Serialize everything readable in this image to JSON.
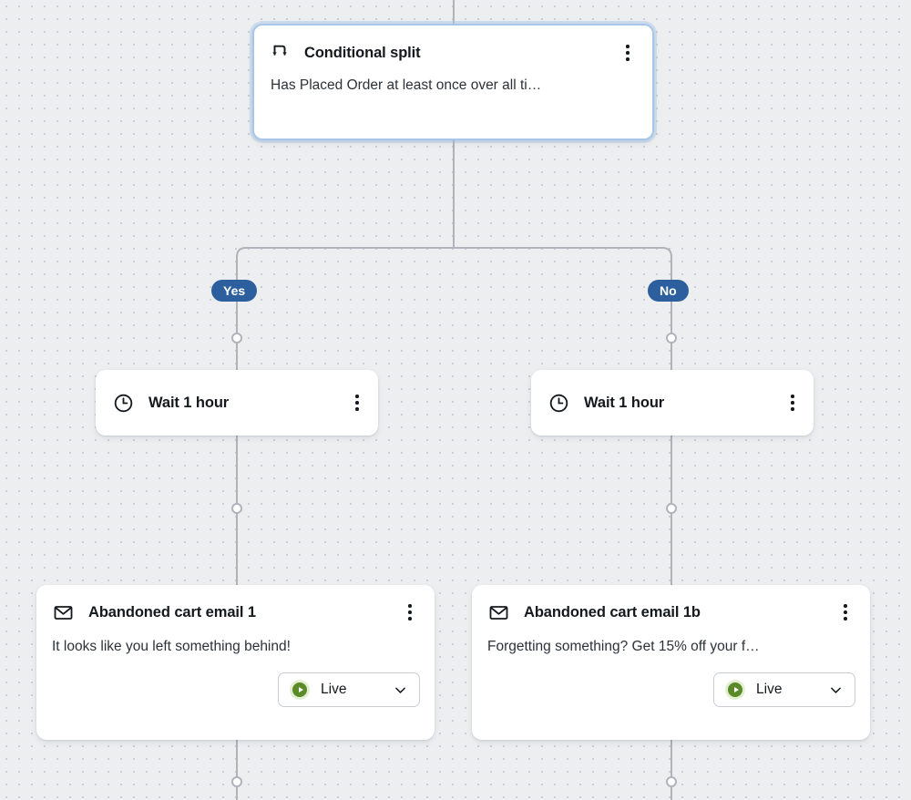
{
  "canvas": {
    "background_color": "#eceef0",
    "dot_color": "#c9ccd1",
    "edge_color": "#b0b4ba"
  },
  "nodes": {
    "conditional_split": {
      "icon": "split-arrows-icon",
      "title": "Conditional split",
      "description": "Has Placed Order at least once over all ti…",
      "menu": "kebab-menu",
      "selected": true
    },
    "wait_yes": {
      "icon": "clock-icon",
      "title": "Wait 1 hour",
      "menu": "kebab-menu"
    },
    "wait_no": {
      "icon": "clock-icon",
      "title": "Wait 1 hour",
      "menu": "kebab-menu"
    },
    "email_1": {
      "icon": "envelope-icon",
      "title": "Abandoned cart email 1",
      "preview": "It looks like you left something behind!",
      "status": {
        "label": "Live",
        "icon": "play-circle-icon",
        "color": "#5b8a29",
        "chevron": "chevron-down-icon"
      },
      "menu": "kebab-menu"
    },
    "email_1b": {
      "icon": "envelope-icon",
      "title": "Abandoned cart email 1b",
      "preview": "Forgetting something? Get 15% off your f…",
      "status": {
        "label": "Live",
        "icon": "play-circle-icon",
        "color": "#5b8a29",
        "chevron": "chevron-down-icon"
      },
      "menu": "kebab-menu"
    }
  },
  "branches": {
    "yes": {
      "label": "Yes",
      "color": "#2d5f9e"
    },
    "no": {
      "label": "No",
      "color": "#2d5f9e"
    }
  }
}
